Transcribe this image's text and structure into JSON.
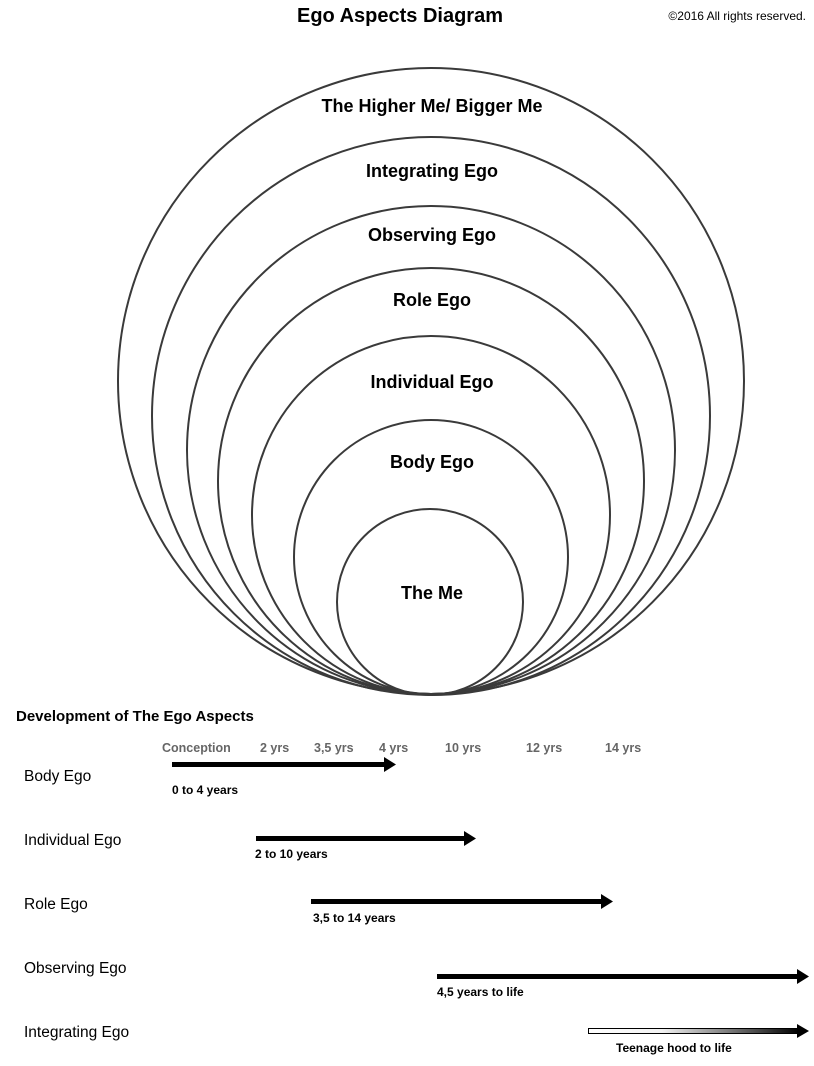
{
  "header": {
    "title": "Ego Aspects Diagram",
    "copyright": "©2016  All rights reserved."
  },
  "diagram": {
    "rings": [
      {
        "label": "The Higher Me/ Bigger Me"
      },
      {
        "label": "Integrating Ego"
      },
      {
        "label": "Observing Ego"
      },
      {
        "label": "Role Ego"
      },
      {
        "label": "Individual Ego"
      },
      {
        "label": "Body Ego"
      },
      {
        "label": "The Me"
      }
    ]
  },
  "timeline": {
    "title": "Development of The Ego Aspects",
    "ticks": [
      "Conception",
      "2 yrs",
      "3,5 yrs",
      "4 yrs",
      "10 yrs",
      "12 yrs",
      "14 yrs"
    ],
    "rows": [
      {
        "label": "Body Ego",
        "range": "0 to 4 years"
      },
      {
        "label": "Individual Ego",
        "range": "2 to 10 years"
      },
      {
        "label": "Role Ego",
        "range": "3,5 to 14 years"
      },
      {
        "label": "Observing Ego",
        "range": "4,5 years to life"
      },
      {
        "label": "Integrating Ego",
        "range": "Teenage hood to life"
      }
    ]
  }
}
